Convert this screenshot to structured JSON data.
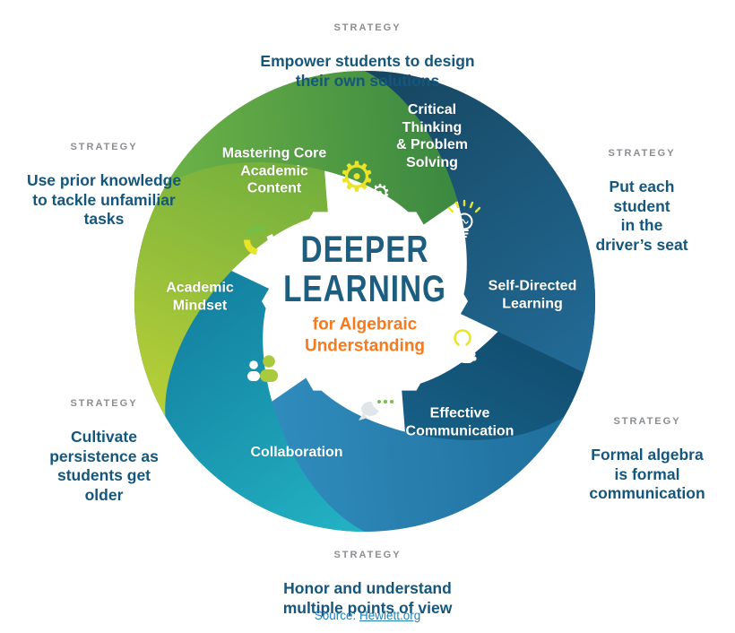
{
  "diagram": {
    "center": {
      "main": "DEEPER\nLEARNING",
      "subtitle": "for Algebraic\nUnderstanding"
    },
    "segments": [
      {
        "id": "mastering-core-academic-content",
        "label": "Mastering Core\nAcademic\nContent",
        "icon": "gears-icon"
      },
      {
        "id": "critical-thinking-problem-solving",
        "label": "Critical\nThinking\n& Problem\nSolving",
        "icon": "lightbulb-icon"
      },
      {
        "id": "self-directed-learning",
        "label": "Self-Directed\nLearning",
        "icon": "tap-hand-icon"
      },
      {
        "id": "effective-communication",
        "label": "Effective\nCommunication",
        "icon": "speech-bubbles-icon"
      },
      {
        "id": "collaboration",
        "label": "Collaboration",
        "icon": "people-icon"
      },
      {
        "id": "academic-mindset",
        "label": "Academic\nMindset",
        "icon": "cycle-arrows-icon"
      }
    ],
    "strategies": [
      {
        "position": "top",
        "eyebrow": "STRATEGY",
        "text": "Empower students to design\ntheir own solutions"
      },
      {
        "position": "upper-left",
        "eyebrow": "STRATEGY",
        "text": "Use prior knowledge\nto tackle unfamiliar\ntasks"
      },
      {
        "position": "upper-right",
        "eyebrow": "STRATEGY",
        "text": "Put each student\nin the driver’s seat"
      },
      {
        "position": "lower-left",
        "eyebrow": "STRATEGY",
        "text": "Cultivate\npersistence as\nstudents get\nolder"
      },
      {
        "position": "lower-right",
        "eyebrow": "STRATEGY",
        "text": "Formal algebra\nis formal\ncommunication"
      },
      {
        "position": "bottom",
        "eyebrow": "STRATEGY",
        "text": "Honor and understand\nmultiple points of view"
      }
    ],
    "source": {
      "prefix": "Source: ",
      "link_text": "Hewlett.org"
    }
  },
  "colors": {
    "title_blue": "#1d5e80",
    "subtitle_orange": "#f47b20",
    "strategy_text": "#15567d",
    "eyebrow_gray": "#8b8e91",
    "source_blue": "#2283bb",
    "label_white": "#ffffff",
    "icon_yellow": "#e9e32a",
    "icon_green": "#76bf45",
    "people_green": "#a8ca3c",
    "mastering_from": "#b8cf37",
    "mastering_to": "#5da53f",
    "critical_from": "#6db347",
    "critical_to": "#2d7c3f",
    "selfdirected_from": "#16455f",
    "selfdirected_to": "#226b97",
    "effective_from": "#0c3a56",
    "effective_to": "#1a6a94",
    "collaboration_from": "#1f6f9c",
    "collaboration_to": "#3494c6",
    "mindset_from": "#23b3c4",
    "mindset_to": "#0f7396"
  }
}
